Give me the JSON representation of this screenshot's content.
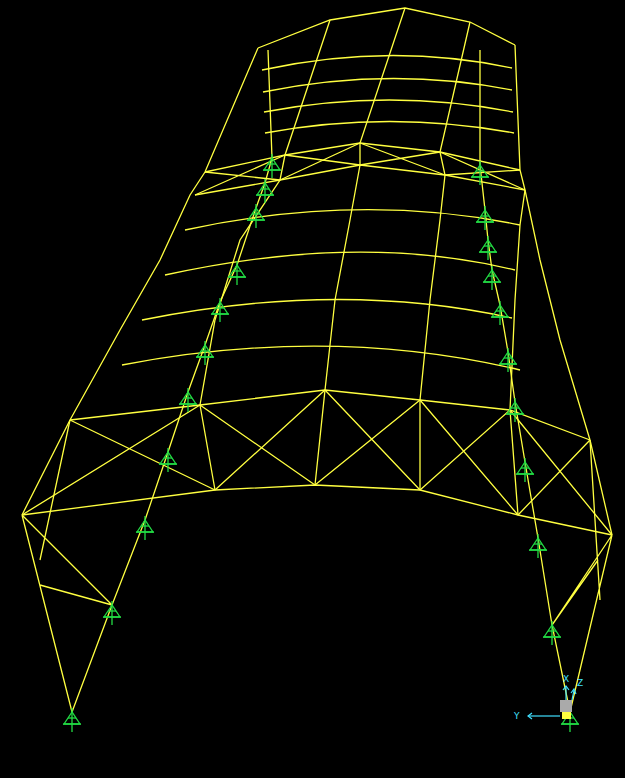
{
  "diagram": {
    "labels": [
      "X",
      "Z",
      "Y"
    ]
  }
}
